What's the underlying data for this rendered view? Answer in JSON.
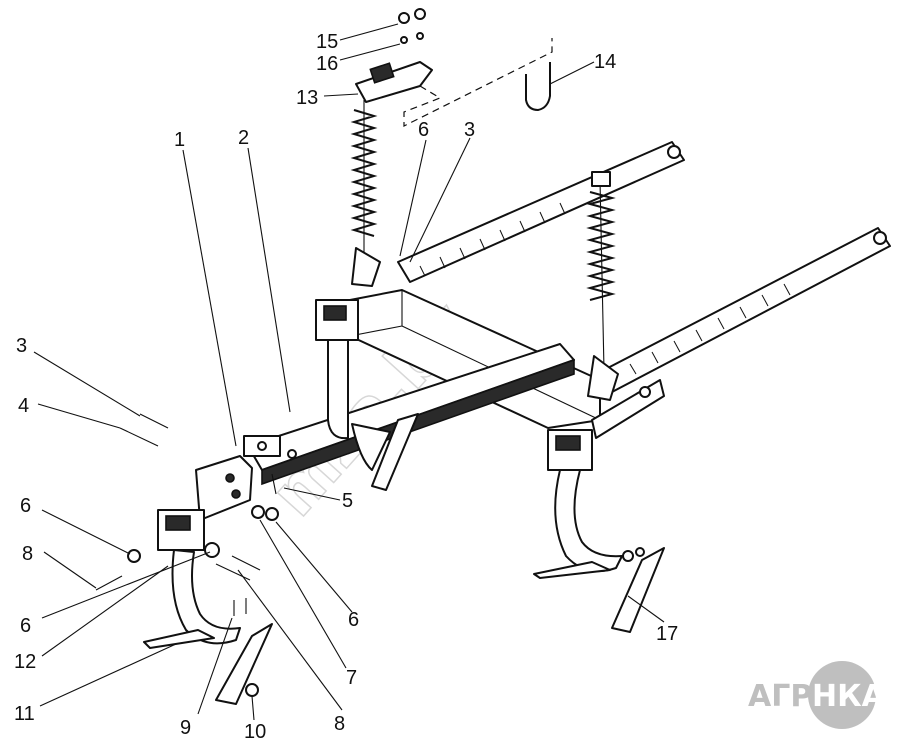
{
  "diagram": {
    "callouts": {
      "c1": "1",
      "c2": "2",
      "c3a": "3",
      "c3b": "3",
      "c4": "4",
      "c5": "5",
      "c6a": "6",
      "c6b": "6",
      "c6c": "6",
      "c6d": "6",
      "c7": "7",
      "c8a": "8",
      "c8b": "8",
      "c9": "9",
      "c10": "10",
      "c11": "11",
      "c12": "12",
      "c13": "13",
      "c14": "14",
      "c15": "15",
      "c16": "16",
      "c17": "17"
    }
  },
  "watermark": "mza.by",
  "logo": {
    "left": "АГРО",
    "right": "НКА"
  },
  "colors": {
    "line": "#111111",
    "watermark": "#bdbdbd",
    "logo_circle": "#bfbfbf"
  }
}
